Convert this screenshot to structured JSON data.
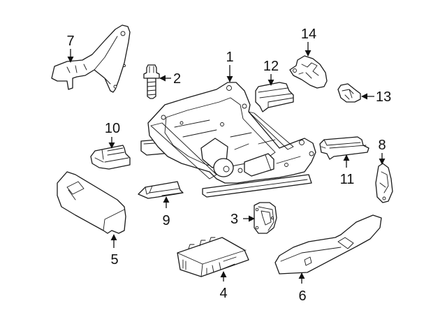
{
  "diagram": {
    "title": "Seat frame assembly parts diagram",
    "background_color": "#ffffff",
    "line_color": "#1a1a1a",
    "callouts": [
      {
        "id": 1,
        "label": "1",
        "part": "seat-frame-track-assembly"
      },
      {
        "id": 2,
        "label": "2",
        "part": "bolt"
      },
      {
        "id": 3,
        "label": "3",
        "part": "seat-motor"
      },
      {
        "id": 4,
        "label": "4",
        "part": "control-module"
      },
      {
        "id": 5,
        "label": "5",
        "part": "side-cover-left"
      },
      {
        "id": 6,
        "label": "6",
        "part": "side-cover-right"
      },
      {
        "id": 7,
        "label": "7",
        "part": "side-bracket"
      },
      {
        "id": 8,
        "label": "8",
        "part": "bracket-right"
      },
      {
        "id": 9,
        "label": "9",
        "part": "track-cover-front-left"
      },
      {
        "id": 10,
        "label": "10",
        "part": "track-cover-rear-left"
      },
      {
        "id": 11,
        "label": "11",
        "part": "track-cover-right"
      },
      {
        "id": 12,
        "label": "12",
        "part": "track-cover-rear"
      },
      {
        "id": 13,
        "label": "13",
        "part": "clip"
      },
      {
        "id": 14,
        "label": "14",
        "part": "trim-cover"
      }
    ]
  }
}
